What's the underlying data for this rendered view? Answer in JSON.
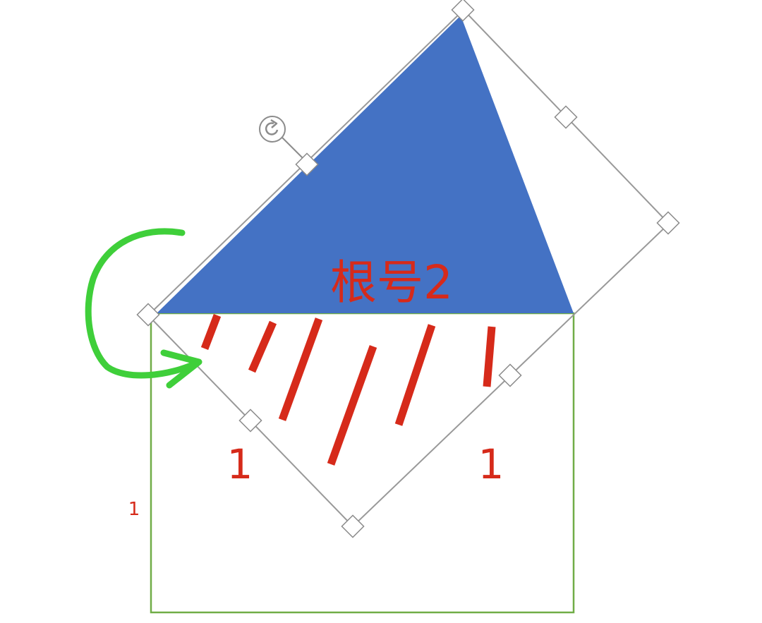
{
  "colors": {
    "triangle_fill": "#4472C4",
    "selection_outline": "#999999",
    "square_outline": "#70AD47",
    "annotation_red": "#D62A1A",
    "annotation_green": "#3FCF3A",
    "handle_fill": "#ffffff",
    "handle_stroke": "#8c8c8c"
  },
  "labels": {
    "hypotenuse": "根号2",
    "left_leg": "1",
    "right_leg": "1",
    "square_side": "1"
  },
  "icons": {
    "rotate": "rotate-icon",
    "arrow": "curved-arrow-icon"
  }
}
